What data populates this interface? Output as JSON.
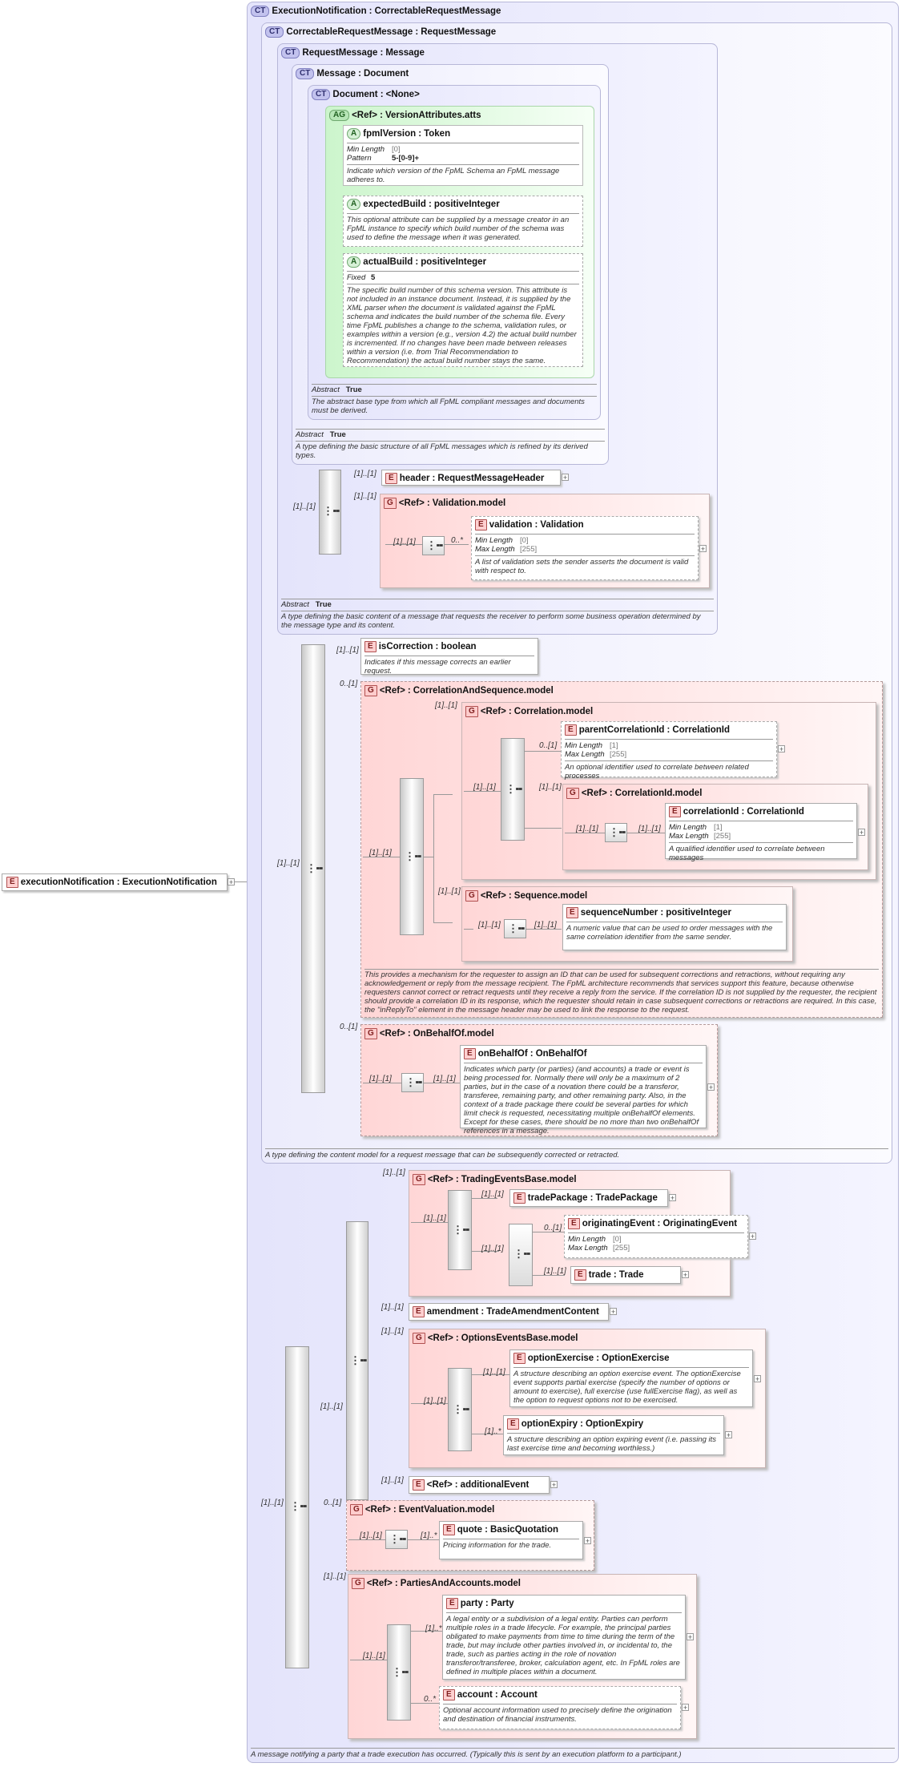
{
  "root": {
    "badge": "E",
    "name": "executionNotification",
    "type": "ExecutionNotification"
  },
  "ct_execution": {
    "badge": "CT",
    "name": "ExecutionNotification",
    "type": "CorrectableRequestMessage",
    "doc": "A message notifying a party that a trade execution has occurred. (Typically this is sent by an execution platform to a participant.)"
  },
  "ct_correctable": {
    "badge": "CT",
    "name": "CorrectableRequestMessage",
    "type": "RequestMessage",
    "doc": "A type defining the content model for a request message that can be subsequently corrected or retracted."
  },
  "ct_request": {
    "badge": "CT",
    "name": "RequestMessage",
    "type": "Message",
    "abstract_label": "Abstract",
    "abstract_value": "True",
    "doc": "A type defining the basic content of a message that requests the receiver to perform some business operation determined by the message type and its content."
  },
  "ct_message": {
    "badge": "CT",
    "name": "Message",
    "type": "Document",
    "abstract_label": "Abstract",
    "abstract_value": "True",
    "doc": "A type defining the basic structure of all FpML messages which is refined by its derived types."
  },
  "ct_document": {
    "badge": "CT",
    "name": "Document",
    "type": "<None>",
    "abstract_label": "Abstract",
    "abstract_value": "True",
    "doc": "The abstract base type from which all FpML compliant messages and documents must be derived."
  },
  "ag_version": {
    "badge": "AG",
    "ref": "<Ref>",
    "name": "VersionAttributes.atts"
  },
  "attr_fpml": {
    "badge": "A",
    "name": "fpmlVersion",
    "type": "Token",
    "f1_label": "Min Length",
    "f1_value": "[0]",
    "f2_label": "Pattern",
    "f2_value": "5-[0-9]+",
    "doc": "Indicate which version of the FpML Schema an FpML message adheres to."
  },
  "attr_expected": {
    "badge": "A",
    "name": "expectedBuild",
    "type": "positiveInteger",
    "doc": "This optional attribute can be supplied by a message creator in an FpML instance to specify which build number of the schema was used to define the message when it was generated."
  },
  "attr_actual": {
    "badge": "A",
    "name": "actualBuild",
    "type": "positiveInteger",
    "f1_label": "Fixed",
    "f1_value": "5",
    "doc": "The specific build number of this schema version. This attribute is not included in an instance document. Instead, it is supplied by the XML parser when the document is validated against the FpML schema and indicates the build number of the schema file. Every time FpML publishes a change to the schema, validation rules, or examples within a version (e.g., version 4.2) the actual build number is incremented. If no changes have been made between releases within a version (i.e. from Trial Recommendation to Recommendation) the actual build number stays the same."
  },
  "el_header": {
    "badge": "E",
    "name": "header",
    "type": "RequestMessageHeader",
    "card": "[1]..[1]"
  },
  "g_validation": {
    "badge": "G",
    "ref": "<Ref>",
    "name": "Validation.model",
    "card": "[1]..[1]"
  },
  "el_validation": {
    "badge": "E",
    "name": "validation",
    "type": "Validation",
    "f1_label": "Min Length",
    "f1_value": "[0]",
    "f2_label": "Max Length",
    "f2_value": "[255]",
    "card": "0..*",
    "doc": "A list of validation sets the sender asserts the document is valid with respect to."
  },
  "el_iscorrection": {
    "badge": "E",
    "name": "isCorrection",
    "type": "boolean",
    "card": "[1]..[1]",
    "doc": "Indicates if this message corrects an earlier request."
  },
  "g_corrseq": {
    "badge": "G",
    "ref": "<Ref>",
    "name": "CorrelationAndSequence.model",
    "card": "0..[1]",
    "doc": "This provides a mechanism for the requester to assign an ID that can be used for subsequent corrections and retractions, without requiring any acknowledgement or reply from the message recipient. The FpML architecture recommends that services support this feature, because otherwise requesters cannot correct or retract requests until they receive a reply from the service. If the correlation ID is not supplied by the requester, the recipient should provide a correlation ID in its response, which the requester should retain in case subsequent corrections or retractions are required. In this case, the \"inReplyTo\" element in the message header may be used to link the response to the request."
  },
  "g_correlation": {
    "badge": "G",
    "ref": "<Ref>",
    "name": "Correlation.model",
    "card": "[1]..[1]"
  },
  "el_parent": {
    "badge": "E",
    "name": "parentCorrelationId",
    "type": "CorrelationId",
    "f1_label": "Min Length",
    "f1_value": "[1]",
    "f2_label": "Max Length",
    "f2_value": "[255]",
    "card": "0..[1]",
    "doc": "An optional identifier used to correlate between related processes"
  },
  "g_correlationid": {
    "badge": "G",
    "ref": "<Ref>",
    "name": "CorrelationId.model",
    "card": "[1]..[1]"
  },
  "el_correlationid": {
    "badge": "E",
    "name": "correlationId",
    "type": "CorrelationId",
    "f1_label": "Min Length",
    "f1_value": "[1]",
    "f2_label": "Max Length",
    "f2_value": "[255]",
    "card": "[1]..[1]",
    "doc": "A qualified identifier used to correlate between messages"
  },
  "g_sequence": {
    "badge": "G",
    "ref": "<Ref>",
    "name": "Sequence.model",
    "card": "[1]..[1]"
  },
  "el_sequence": {
    "badge": "E",
    "name": "sequenceNumber",
    "type": "positiveInteger",
    "card": "[1]..[1]",
    "doc": "A numeric value that can be used to order messages with the same correlation identifier from the same sender."
  },
  "g_onbehalf": {
    "badge": "G",
    "ref": "<Ref>",
    "name": "OnBehalfOf.model",
    "card": "0..[1]"
  },
  "el_onbehalf": {
    "badge": "E",
    "name": "onBehalfOf",
    "type": "OnBehalfOf",
    "card": "[1]..[1]",
    "doc": "Indicates which party (or parties) (and accounts) a trade or event is being processed for. Normally there will only be a maximum of 2 parties, but in the case of a novation there could be a transferor, transferee, remaining party, and other remaining party. Also, in the context of a trade package there could be several parties for which limit check is requested, necessitating multiple onBehalfOf elements. Except for these cases, there should be no more than two onBehalfOf references in a message."
  },
  "g_trading": {
    "badge": "G",
    "ref": "<Ref>",
    "name": "TradingEventsBase.model",
    "card": "[1]..[1]"
  },
  "el_tradepackage": {
    "badge": "E",
    "name": "tradePackage",
    "type": "TradePackage",
    "card": "[1]..[1]"
  },
  "el_origevent": {
    "badge": "E",
    "name": "originatingEvent",
    "type": "OriginatingEvent",
    "f1_label": "Min Length",
    "f1_value": "[0]",
    "f2_label": "Max Length",
    "f2_value": "[255]",
    "card": "0..[1]"
  },
  "el_trade": {
    "badge": "E",
    "name": "trade",
    "type": "Trade",
    "card": "[1]..[1]"
  },
  "el_amendment": {
    "badge": "E",
    "name": "amendment",
    "type": "TradeAmendmentContent",
    "card": "[1]..[1]"
  },
  "g_options": {
    "badge": "G",
    "ref": "<Ref>",
    "name": "OptionsEventsBase.model",
    "card": "[1]..[1]"
  },
  "el_optexercise": {
    "badge": "E",
    "name": "optionExercise",
    "type": "OptionExercise",
    "card": "[1]..[1]",
    "doc": "A structure describing an option exercise event. The optionExercise event supports partial exercise (specify the number of options or amount to exercise), full exercise (use fullExercise flag), as well as the option to request options not to be exercised."
  },
  "el_optexpiry": {
    "badge": "E",
    "name": "optionExpiry",
    "type": "OptionExpiry",
    "card": "[1]..*",
    "doc": "A structure describing an option expiring event (i.e. passing its last exercise time and becoming worthless.)"
  },
  "el_additional": {
    "badge": "E",
    "ref": "<Ref>",
    "name": "additionalEvent",
    "card": "[1]..[1]"
  },
  "g_valuation": {
    "badge": "G",
    "ref": "<Ref>",
    "name": "EventValuation.model",
    "card": "0..[1]"
  },
  "el_quote": {
    "badge": "E",
    "name": "quote",
    "type": "BasicQuotation",
    "card": "[1]..*",
    "doc": "Pricing information for the trade."
  },
  "g_parties": {
    "badge": "G",
    "ref": "<Ref>",
    "name": "PartiesAndAccounts.model",
    "card": "[1]..[1]"
  },
  "el_party": {
    "badge": "E",
    "name": "party",
    "type": "Party",
    "card": "[1]..*",
    "doc": "A legal entity or a subdivision of a legal entity. Parties can perform multiple roles in a trade lifecycle. For example, the principal parties obligated to make payments from time to time during the term of the trade, but may include other parties involved in, or incidental to, the trade, such as parties acting in the role of novation transferor/transferee, broker, calculation agent, etc. In FpML roles are defined in multiple places within a document."
  },
  "el_account": {
    "badge": "E",
    "name": "account",
    "type": "Account",
    "card": "0..*",
    "doc": "Optional account information used to precisely define the origination and destination of financial instruments."
  },
  "cards": {
    "c11": "[1]..[1]",
    "c01": "0..[1]"
  },
  "sep": ":",
  "plus": "+"
}
